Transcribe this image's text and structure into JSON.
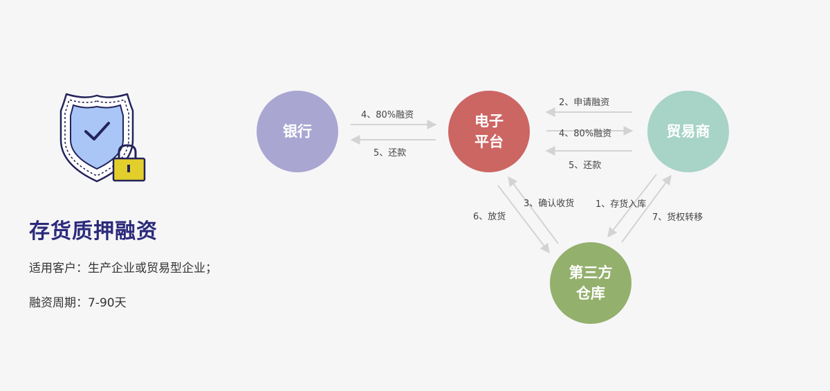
{
  "left_panel": {
    "title": "存货质押融资",
    "customers_label": "适用客户：",
    "customers_value": "生产企业或贸易型企业；",
    "period_label": "融资周期：",
    "period_value": "7-90天"
  },
  "nodes": {
    "bank": "银行",
    "platform_line1": "电子",
    "platform_line2": "平台",
    "trader": "贸易商",
    "warehouse_line1": "第三方",
    "warehouse_line2": "仓库"
  },
  "edges": {
    "bank_platform_financing": "4、80%融资",
    "platform_bank_repay": "5、还款",
    "trader_platform_apply": "2、申请融资",
    "platform_trader_financing": "4、80%融资",
    "trader_platform_repay": "5、还款",
    "warehouse_platform_confirm": "3、确认收货",
    "platform_warehouse_release": "6、放货",
    "trader_warehouse_deposit": "1、存货入库",
    "warehouse_trader_transfer": "7、货权转移"
  },
  "colors": {
    "title": "#2b2a7a",
    "bank": "#a9a6d2",
    "platform": "#cc6663",
    "trader": "#a8d3c7",
    "warehouse": "#94b06d",
    "arrow": "#d3d3d3",
    "shield_fill": "#a9c6f7",
    "shield_stroke": "#23235a",
    "lock": "#e3cf2c"
  }
}
